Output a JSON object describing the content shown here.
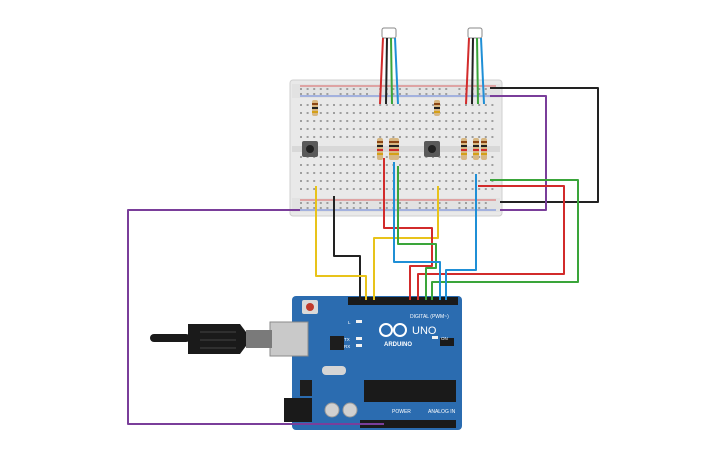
{
  "board": {
    "brand": "ARDUINO",
    "model": "UNO",
    "digital_header": "DIGITAL (PWM~)",
    "power_header": "POWER",
    "analog_header": "ANALOG IN",
    "led_labels": [
      "L",
      "TX",
      "RX"
    ],
    "on_label": "ON"
  },
  "colors": {
    "board": "#2b6cb0",
    "breadboard": "#e9e9e9",
    "wire_red": "#d22b2b",
    "wire_black": "#222222",
    "wire_green": "#3aa53a",
    "wire_blue": "#1f8fd6",
    "wire_yellow": "#e8c31a",
    "wire_purple": "#7a3e9a"
  }
}
